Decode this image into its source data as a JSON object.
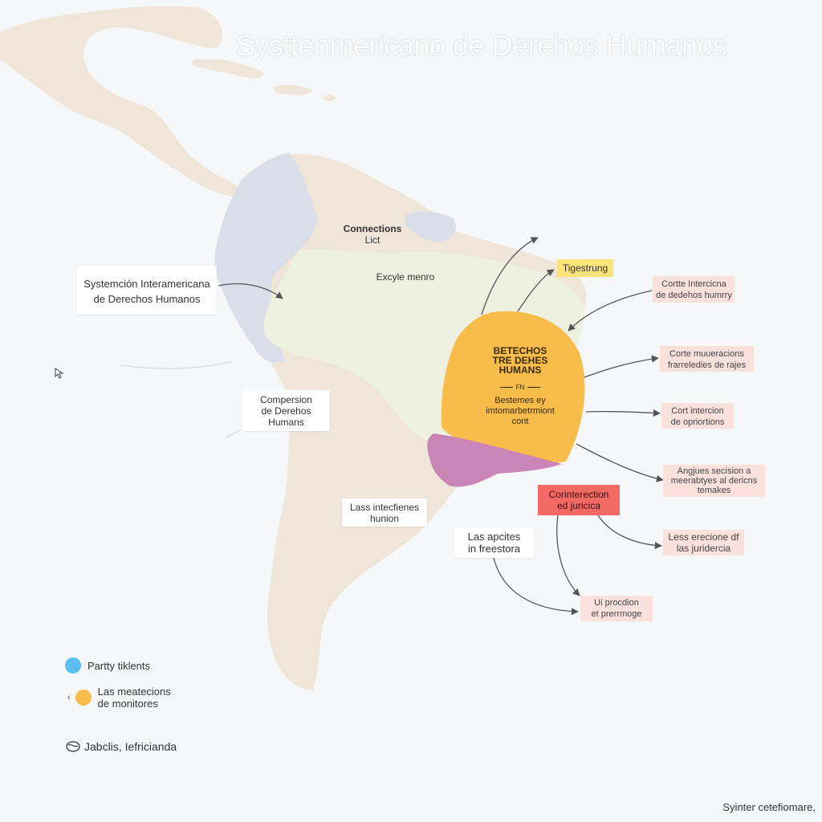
{
  "title": "Systtenmericano de Derehos Humanos",
  "colors": {
    "land": "#efe5d8",
    "land_blue": "#d9dee8",
    "highlight_green": "#eef0e0",
    "orange": "#f8bc4a",
    "purple": "#c985b6",
    "pink_box": "#fbe1dc",
    "red_box": "#f26a63",
    "yellow_tag": "#fbe57a",
    "legend_blue": "#5bbdf0",
    "legend_orange": "#f8bc4a"
  },
  "labels": {
    "connections": {
      "line1": "Connections",
      "line2": "Lict"
    },
    "excyle": "Excyle menro",
    "tag": "Tigestrung",
    "left_box": {
      "line1": "Systemción Interamericana",
      "line2": "de Derechos Humanos"
    },
    "comision": {
      "line1": "Compersion",
      "line2": "de Derehos",
      "line3": "Humans"
    },
    "interfienes": {
      "line1": "Lass intecfienes",
      "line2": "hunion"
    },
    "apcites": {
      "line1": "Las apcites",
      "line2": "in freestora"
    }
  },
  "blob": {
    "heading1": "BETECHOS",
    "heading2": "TRE DEHES",
    "heading3": "HUMANS",
    "sep": "FN",
    "body1": "Bestemes ey",
    "body2": "imtomarbetrmiont",
    "body3": "cont"
  },
  "right_boxes": [
    {
      "line1": "Cortte Intercicna",
      "line2": "de dedehos humrry"
    },
    {
      "line1": "Corte muueracions",
      "line2": "frarreledies de rajes"
    },
    {
      "line1": "Cort intercion",
      "line2": "de opriortions"
    },
    {
      "line1": "Angjues secision a",
      "line2": "meerabtyes al dericns",
      "line3": "temakes"
    }
  ],
  "red_box": {
    "line1": "Corinterection",
    "line2": "ed juricica"
  },
  "lower_boxes": [
    {
      "line1": "Less erecione df",
      "line2": "las juridercia"
    },
    {
      "line1": "Ui procdion",
      "line2": "et prerrmoge"
    }
  ],
  "legend": [
    {
      "label": "Partty tiklents",
      "icon": "blue-circle"
    },
    {
      "label": "Las meatecions de monitores",
      "line1": "Las meatecions",
      "line2": "de monitores",
      "icon": "orange-circle"
    }
  ],
  "source": "Jabclis, Iefricianda",
  "footer": "Syinter cetefiomare,"
}
